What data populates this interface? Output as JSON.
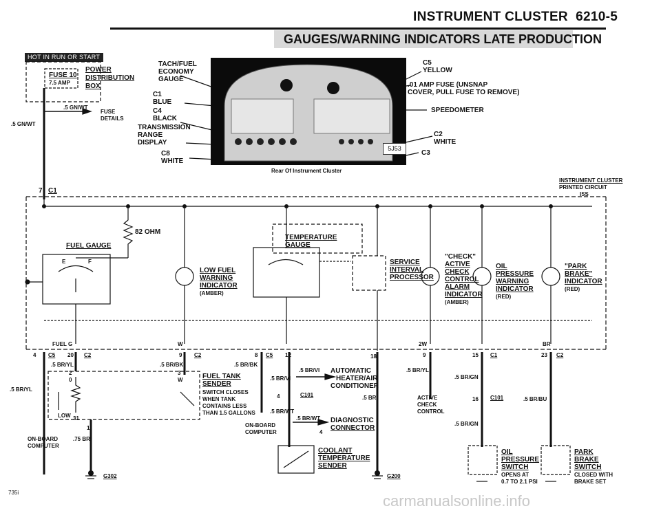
{
  "header": {
    "title": "INSTRUMENT CLUSTER",
    "page_number": "6210-5",
    "subtitle": "GAUGES/WARNING INDICATORS   LATE PRODUCTION"
  },
  "power_bar": "HOT IN RUN OR START",
  "top_left": {
    "fuse": "FUSE 10",
    "fuse_rating": "7.5 AMP",
    "power_dist": [
      "POWER",
      "DISTRIBUTION",
      "BOX"
    ],
    "wire_gnwt": ".5 GN/WT",
    "fuse_details": [
      "FUSE",
      "DETAILS"
    ],
    "wire_left": ".5 GN/WT",
    "c1_pin": "7",
    "c1": "C1"
  },
  "photo_labels": {
    "tach": [
      "TACH/FUEL",
      "ECONOMY",
      "GAUGE"
    ],
    "c1": [
      "C1",
      "BLUE"
    ],
    "c4": [
      "C4",
      "BLACK"
    ],
    "trans": [
      "TRANSMISSION",
      "RANGE",
      "DISPLAY"
    ],
    "c8": [
      "C8",
      "WHITE"
    ],
    "c5": [
      "C5",
      "YELLOW"
    ],
    "fuse": [
      ".01 AMP FUSE (UNSNAP",
      "COVER, PULL FUSE TO REMOVE)"
    ],
    "speedo": "SPEEDOMETER",
    "c2": [
      "C2",
      "WHITE"
    ],
    "c3": "C3",
    "photo_code": "5J53",
    "caption": "Rear Of Instrument Cluster"
  },
  "circuit_label": [
    "INSTRUMENT CLUSTER",
    "PRINTED CIRCUIT"
  ],
  "circuit_code": "ISS",
  "components": {
    "resistor": "82 OHM",
    "fuel_gauge": "FUEL GAUGE",
    "fuel_gauge_scale": [
      "E",
      "F"
    ],
    "temp_gauge": "TEMPERATURE GAUGE",
    "low_fuel": [
      "LOW FUEL",
      "WARNING",
      "INDICATOR",
      "(AMBER)"
    ],
    "service": [
      "SERVICE",
      "INTERVAL",
      "PROCESSOR"
    ],
    "check": [
      "\"CHECK\"",
      "ACTIVE",
      "CHECK",
      "CONTROL",
      "ALARM",
      "INDICATOR",
      "(AMBER)"
    ],
    "oil": [
      "OIL",
      "PRESSURE",
      "WARNING",
      "INDICATOR",
      "(RED)"
    ],
    "park": [
      "\"PARK",
      "BRAKE\"",
      "INDICATOR",
      "(RED)"
    ]
  },
  "connectors": {
    "fuel_g": "FUEL G",
    "w1": "W",
    "w2": "2W",
    "br": "BR",
    "c5_pin": "4",
    "c5": "C5",
    "c2a_pin": "20",
    "c2a": "C2",
    "c2b_pin": "9",
    "c2b": "C2",
    "c5b_pin": "8",
    "c5b": "C5",
    "pin12": "12",
    "pin18": "18",
    "pin9": "9",
    "c1b_pin": "15",
    "c1b": "C1",
    "c2c_pin": "23",
    "c2c": "C2"
  },
  "lower": {
    "w_brylt": ".5 BR/YL",
    "w_brylt_left": ".5 BR/YL",
    "w_brbk1": ".5 BR/BK",
    "w_brbk2": ".5 BR/BK",
    "sender_pins": [
      "2",
      "0",
      "W",
      "3"
    ],
    "low": "LOW",
    "pin31": "31",
    "pin1": "1",
    "onboard_left": [
      "ON-BOARD",
      "COMPUTER"
    ],
    "w_75br": ".75 BR",
    "ground_left": "G302",
    "fuel_tank": [
      "FUEL TANK",
      "SENDER"
    ],
    "fuel_tank_note": [
      "SWITCH CLOSES",
      "WHEN TANK",
      "CONTAINS LESS",
      "THAN 1.5 GALLONS"
    ],
    "w_brvi1": ".5 BR/VI",
    "w_brvi2": ".5 BR/VI",
    "ac": [
      "AUTOMATIC",
      "HEATER/AIR",
      "CONDITIONER"
    ],
    "c101_pin": "4",
    "c101": "C101",
    "w_brwt": ".5 BR/WT",
    "w_brwt2": ".5 BR/WT",
    "onboard_mid": [
      "ON-BOARD",
      "COMPUTER"
    ],
    "diag": [
      "DIAGNOSTIC",
      "CONNECTOR"
    ],
    "diag_pin": "4",
    "coolant": [
      "COOLANT",
      "TEMPERATURE",
      "SENDER"
    ],
    "w_br": ".5 BR",
    "ground_mid": "G200",
    "w_brylt2": ".5 BR/YL",
    "active_check": [
      "ACTIVE",
      "CHECK",
      "CONTROL"
    ],
    "w_brgn1": ".5 BR/GN",
    "c101b_pin": "16",
    "c101b": "C101",
    "w_brgn2": ".5 BR/GN",
    "w_brbu": ".5 BR/BU",
    "oil_switch": [
      "OIL",
      "PRESSURE",
      "SWITCH"
    ],
    "oil_note": [
      "OPENS AT",
      "0.7 TO 2.1 PSI"
    ],
    "park_switch": [
      "PARK",
      "BRAKE",
      "SWITCH"
    ],
    "park_note": [
      "CLOSED WITH",
      "BRAKE SET"
    ]
  },
  "footer_code": "735i",
  "watermark": "carmanualsonline.info"
}
